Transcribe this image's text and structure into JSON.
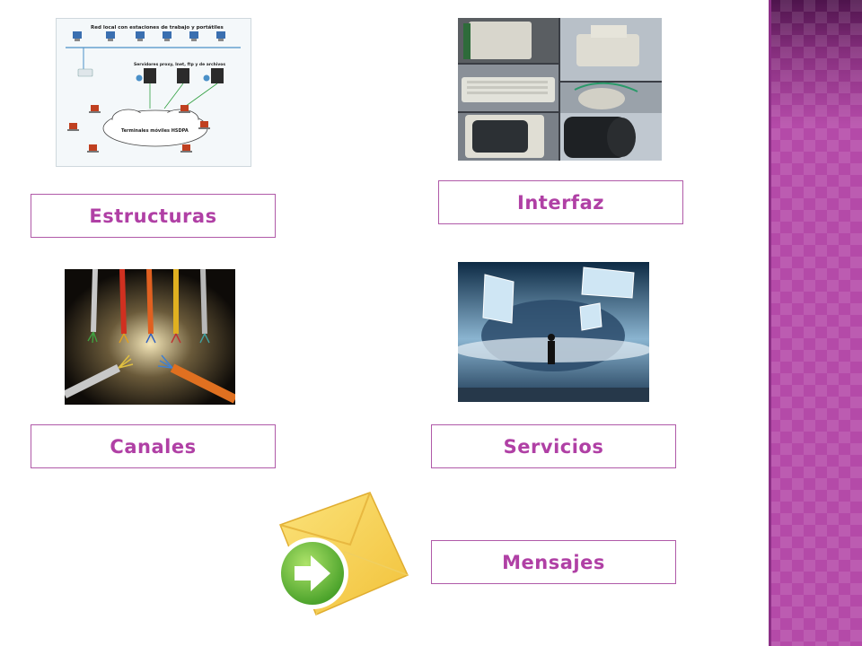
{
  "labels": {
    "estructuras": "Estructuras",
    "interfaz": "Interfaz",
    "canales": "Canales",
    "servicios": "Servicios",
    "mensajes": "Mensajes"
  },
  "network_diagram": {
    "title": "Red local con estaciones de trabajo y portátiles",
    "servers": "Servidores proxy, Inet, ftp y de archivos",
    "cloud": "Terminales móviles HSDPA"
  },
  "colors": {
    "accent": "#b040a5",
    "border": "#b05aa8",
    "band": "#b44aa8"
  },
  "icons": {
    "mail": "envelope-arrow-icon"
  }
}
